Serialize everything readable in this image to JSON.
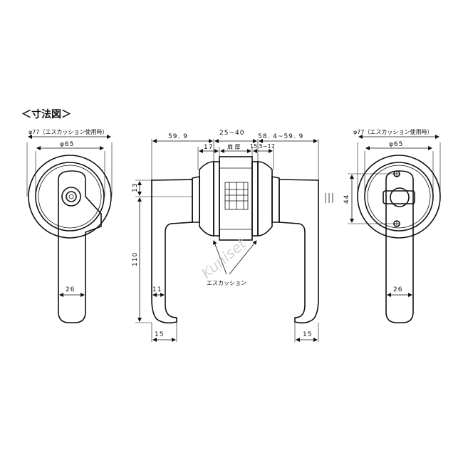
{
  "title": "＜寸法図＞",
  "left_view": {
    "outer_diameter": "φ77（エスカッション使用時）",
    "inner_diameter": "φ65",
    "lever_width": "26"
  },
  "side_view": {
    "dim_left_depth": "59. 9",
    "dim_door_range": "25~40",
    "dim_right_depth": "58. 4~59. 9",
    "dim_17": "17",
    "door_thickness_label": "扉 厚",
    "dim_15_5_17": "15.5~17",
    "dim_13": "13",
    "dim_110": "110",
    "dim_11": "11",
    "dim_15_left": "15",
    "dim_15_right": "15",
    "escutcheon_label": "エスカッション"
  },
  "right_view": {
    "outer_diameter": "φ77（エスカッション使用時）",
    "inner_diameter": "φ65",
    "dim_44": "44",
    "lever_width": "26"
  },
  "watermark": "Kuniset"
}
